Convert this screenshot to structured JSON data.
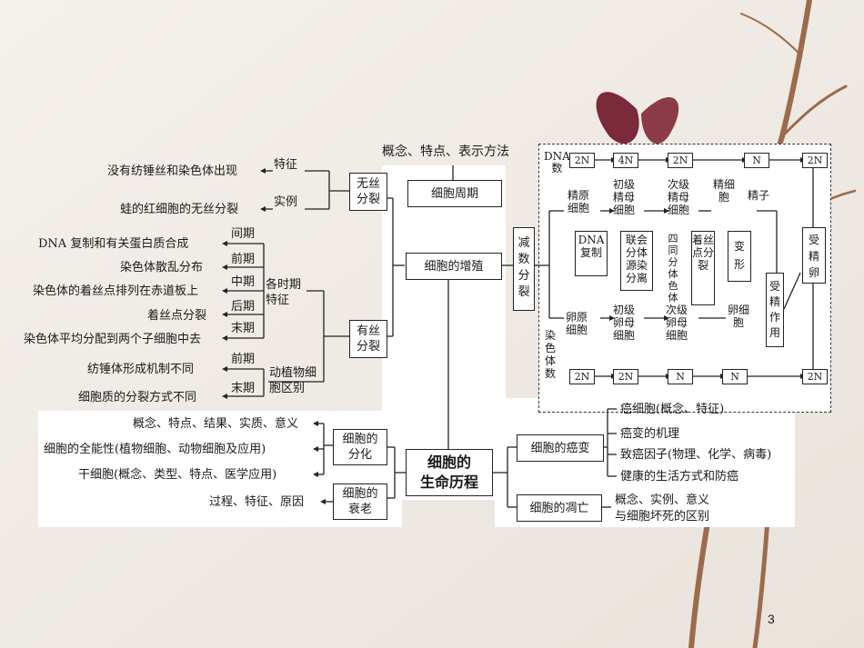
{
  "slide": {
    "page_number": "3"
  },
  "center": {
    "label": "细胞的\n生命历程"
  },
  "top": {
    "caption": "概念、特点、表示方法",
    "cycle": "细胞周期",
    "prolif": "细胞的增殖",
    "meiosis": "减数分裂"
  },
  "amitosis": {
    "box": "无丝\n分裂",
    "feature_tag": "特征",
    "example_tag": "实例",
    "feature": "没有纺锤丝和染色体出现",
    "example": "蛙的红细胞的无丝分裂"
  },
  "mitosis": {
    "box": "有丝\n分裂",
    "phase_tag": "各时期\n特征",
    "phases": [
      {
        "label": "间期",
        "desc": "DNA 复制和有关蛋白质合成"
      },
      {
        "label": "前期",
        "desc": "染色体散乱分布"
      },
      {
        "label": "中期",
        "desc": "染色体的着丝点排列在赤道板上"
      },
      {
        "label": "后期",
        "desc": "着丝点分裂"
      },
      {
        "label": "末期",
        "desc": "染色体平均分配到两个子细胞中去"
      }
    ],
    "diff_tag": "动植物细\n胞区别",
    "diffs": [
      {
        "label": "前期",
        "desc": "纺锤体形成机制不同"
      },
      {
        "label": "末期",
        "desc": "细胞质的分裂方式不同"
      }
    ]
  },
  "differentiation": {
    "box": "细胞的\n分化",
    "items": [
      "概念、特点、结果、实质、意义",
      "细胞的全能性(植物细胞、动物细胞及应用)",
      "干细胞(概念、类型、特点、医学应用)"
    ]
  },
  "aging": {
    "box": "细胞的\n衰老",
    "items": [
      "过程、特征、原因"
    ]
  },
  "cancer": {
    "box": "细胞的癌变",
    "items": [
      "癌细胞(概念、特征)",
      "癌变的机理",
      "致癌因子(物理、化学、病毒)",
      "健康的生活方式和防癌"
    ]
  },
  "apoptosis": {
    "box": "细胞的凋亡",
    "items": [
      "概念、实例、意义",
      "与细胞坏死的区别"
    ]
  },
  "meiosis_chart": {
    "dna_label": "DNA\n数",
    "chrom_label": "染色体数",
    "dna_values": [
      "2N",
      "4N",
      "2N",
      "N",
      "2N"
    ],
    "chrom_values": [
      "2N",
      "2N",
      "N",
      "N",
      "2N"
    ],
    "cells_top": [
      "精原\n细胞",
      "初级\n精母\n细胞",
      "次级\n精母\n细胞",
      "精细\n胞",
      "精子"
    ],
    "cells_bottom": [
      "卵原\n细胞",
      "初级\n卵母\n细胞",
      "次级\n卵母\n细胞",
      "卵细\n胞"
    ],
    "steps": [
      "DNA\n复制",
      "联会\n分体\n源染\n分离",
      "四同\n分体\n色体",
      "着丝\n点分\n裂",
      "变\n形",
      "受精\n作用",
      "受\n精\n卵"
    ]
  }
}
